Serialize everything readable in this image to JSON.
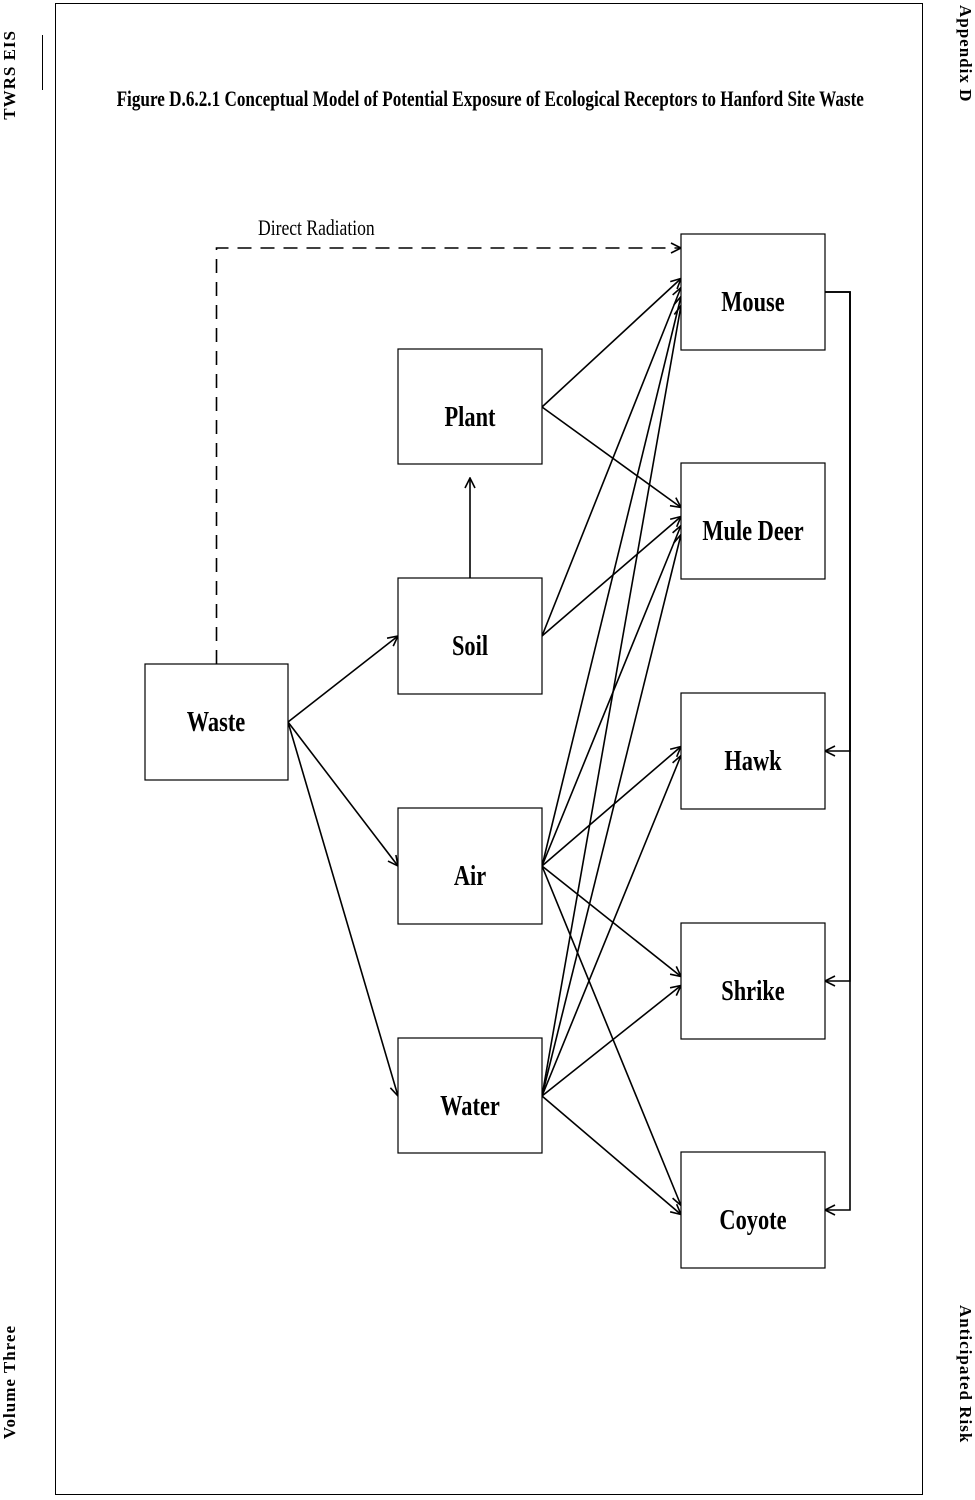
{
  "header": {
    "left_top": "TWRS EIS",
    "left_bottom": "Volume Three",
    "right_top": "Appendix D",
    "right_bottom": "Anticipated Risk"
  },
  "figure": {
    "title": "Figure D.6.2.1  Conceptual Model of Potential Exposure of Ecological Receptors to Hanford Site Waste"
  },
  "nodes": {
    "waste": "Waste",
    "soil": "Soil",
    "plant": "Plant",
    "air": "Air",
    "water": "Water",
    "mouse": "Mouse",
    "mule_deer": "Mule Deer",
    "hawk": "Hawk",
    "shrike": "Shrike",
    "coyote": "Coyote"
  },
  "edge_labels": {
    "direct_radiation": "Direct Radiation"
  },
  "edges": [
    {
      "from": "waste",
      "to": "mouse",
      "style": "dashed"
    },
    {
      "from": "waste",
      "to": "soil",
      "style": "solid"
    },
    {
      "from": "waste",
      "to": "air",
      "style": "solid"
    },
    {
      "from": "waste",
      "to": "water",
      "style": "solid"
    },
    {
      "from": "soil",
      "to": "plant",
      "style": "solid"
    },
    {
      "from": "plant",
      "to": "mouse",
      "style": "solid"
    },
    {
      "from": "plant",
      "to": "mule_deer",
      "style": "solid"
    },
    {
      "from": "soil",
      "to": "mouse",
      "style": "solid"
    },
    {
      "from": "soil",
      "to": "mule_deer",
      "style": "solid"
    },
    {
      "from": "air",
      "to": "mouse",
      "style": "solid"
    },
    {
      "from": "air",
      "to": "mule_deer",
      "style": "solid"
    },
    {
      "from": "air",
      "to": "hawk",
      "style": "solid"
    },
    {
      "from": "air",
      "to": "shrike",
      "style": "solid"
    },
    {
      "from": "air",
      "to": "coyote",
      "style": "solid"
    },
    {
      "from": "water",
      "to": "mouse",
      "style": "solid"
    },
    {
      "from": "water",
      "to": "mule_deer",
      "style": "solid"
    },
    {
      "from": "water",
      "to": "hawk",
      "style": "solid"
    },
    {
      "from": "water",
      "to": "shrike",
      "style": "solid"
    },
    {
      "from": "water",
      "to": "coyote",
      "style": "solid"
    },
    {
      "from": "mouse",
      "to": "hawk",
      "style": "solid"
    },
    {
      "from": "mouse",
      "to": "shrike",
      "style": "solid"
    },
    {
      "from": "mouse",
      "to": "coyote",
      "style": "solid"
    }
  ]
}
